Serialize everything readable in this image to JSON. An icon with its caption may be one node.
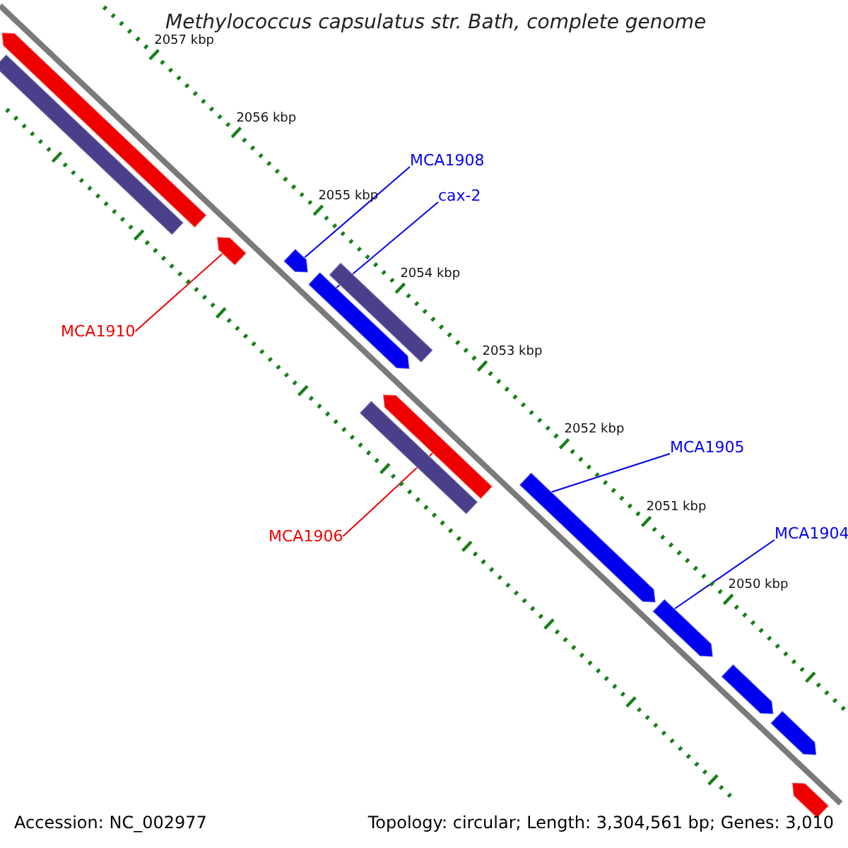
{
  "diagram": {
    "title": "Methylococcus capsulatus str. Bath, complete genome",
    "nodes": [
      {
        "text": [
          "MCA1908"
        ]
      },
      {
        "text": [
          "cax-2"
        ]
      },
      {
        "text": [
          "MCA1910"
        ]
      },
      {
        "text": [
          "MCA1905"
        ]
      },
      {
        "text": [
          "MCA1906"
        ]
      },
      {
        "text": [
          "MCA1904"
        ]
      },
      {
        "text": [],
        "shape": "bar"
      },
      {
        "text": [],
        "shape": "bar"
      },
      {
        "text": [],
        "shape": "bar"
      },
      {
        "text": [],
        "shape": "bar"
      },
      {
        "text": [],
        "shape": "bar"
      },
      {
        "text": [],
        "shape": "bar"
      },
      {
        "text": [],
        "shape": "bar"
      },
      {
        "text": [],
        "shape": "bar"
      },
      {
        "text": [],
        "shape": "bar"
      },
      {
        "text": [],
        "shape": "bar"
      },
      {
        "text": [],
        "shape": "bar"
      },
      {
        "text": [],
        "shape": "bar"
      },
      {
        "text": [],
        "shape": "bar"
      }
    ],
    "edges": [
      {
        "from": 0,
        "to": 9,
        "arrow": "none"
      },
      {
        "from": 1,
        "to": 10,
        "arrow": "none"
      },
      {
        "from": 2,
        "to": 8,
        "arrow": "none",
        "color": "#ee0000"
      },
      {
        "from": 3,
        "to": 14,
        "arrow": "none"
      },
      {
        "from": 4,
        "to": 12,
        "arrow": "none",
        "color": "#ee0000"
      },
      {
        "from": 5,
        "to": 15,
        "arrow": "none"
      }
    ],
    "labels": [
      "2057 kbp",
      "2056 kbp",
      "2055 kbp",
      "2054 kbp",
      "2053 kbp",
      "2052 kbp",
      "2051 kbp",
      "2050 kbp",
      "Accession: NC_002977",
      "Topology: circular; Length: 3,304,561 bp; Genes: 3,010"
    ]
  }
}
